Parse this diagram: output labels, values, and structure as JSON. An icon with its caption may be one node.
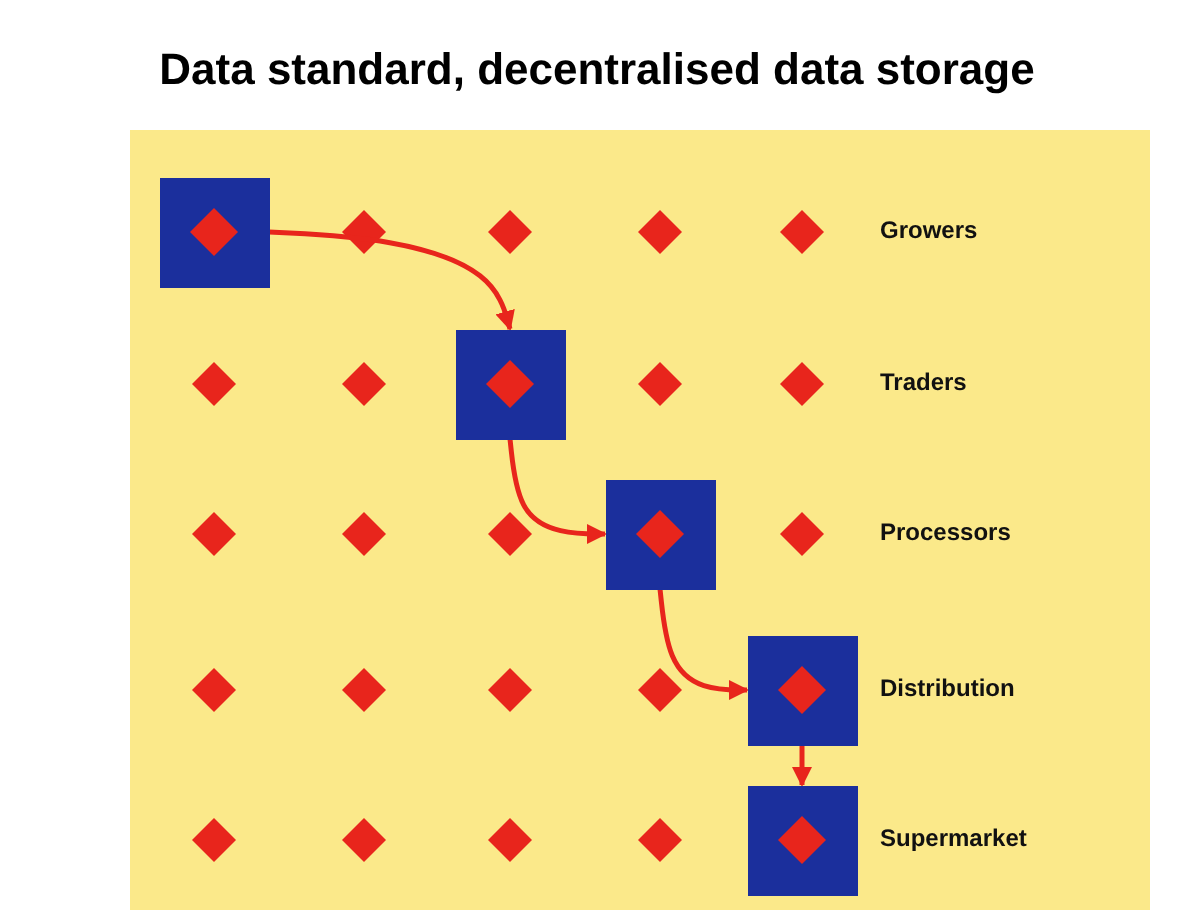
{
  "diagram": {
    "title": "Data standard, decentralised data storage",
    "nodes": [
      {
        "text": [],
        "shape": "box"
      },
      {
        "text": [],
        "shape": "box"
      },
      {
        "text": [],
        "shape": "box"
      },
      {
        "text": [],
        "shape": "box"
      },
      {
        "text": [],
        "shape": "box"
      }
    ],
    "edges": [
      {
        "from": 0,
        "to": 1,
        "arrow": "to"
      },
      {
        "from": 1,
        "to": 2,
        "arrow": "to"
      },
      {
        "from": 2,
        "to": 3,
        "arrow": "to"
      },
      {
        "from": 3,
        "to": 4,
        "arrow": "to"
      }
    ],
    "labels": [
      "Growers",
      "Traders",
      "Processors",
      "Distribution",
      "Supermarket"
    ]
  }
}
